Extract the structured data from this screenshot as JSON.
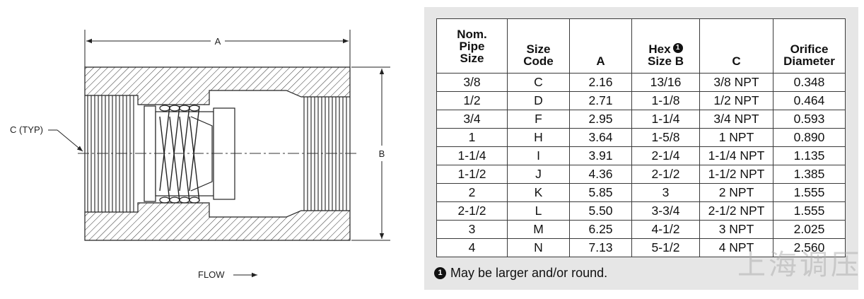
{
  "drawing": {
    "dim_a_label": "A",
    "dim_b_label": "B",
    "thread_callout": "C (TYP)",
    "flow_label": "FLOW"
  },
  "table": {
    "headers": {
      "nom_pipe_size": [
        "Nom.",
        "Pipe",
        "Size"
      ],
      "size_code": [
        "Size",
        "Code"
      ],
      "a": "A",
      "hex_size_b": [
        "Hex",
        "Size B"
      ],
      "hex_note_mark": "1",
      "c": "C",
      "orifice_diameter": [
        "Orifice",
        "Diameter"
      ]
    },
    "rows": [
      {
        "nom": "3/8",
        "code": "C",
        "a": "2.16",
        "hex": "13/16",
        "c": "3/8 NPT",
        "orifice": "0.348"
      },
      {
        "nom": "1/2",
        "code": "D",
        "a": "2.71",
        "hex": "1-1/8",
        "c": "1/2 NPT",
        "orifice": "0.464"
      },
      {
        "nom": "3/4",
        "code": "F",
        "a": "2.95",
        "hex": "1-1/4",
        "c": "3/4 NPT",
        "orifice": "0.593"
      },
      {
        "nom": "1",
        "code": "H",
        "a": "3.64",
        "hex": "1-5/8",
        "c": "1 NPT",
        "orifice": "0.890"
      },
      {
        "nom": "1-1/4",
        "code": "I",
        "a": "3.91",
        "hex": "2-1/4",
        "c": "1-1/4 NPT",
        "orifice": "1.135"
      },
      {
        "nom": "1-1/2",
        "code": "J",
        "a": "4.36",
        "hex": "2-1/2",
        "c": "1-1/2 NPT",
        "orifice": "1.385"
      },
      {
        "nom": "2",
        "code": "K",
        "a": "5.85",
        "hex": "3",
        "c": "2 NPT",
        "orifice": "1.555"
      },
      {
        "nom": "2-1/2",
        "code": "L",
        "a": "5.50",
        "hex": "3-3/4",
        "c": "2-1/2 NPT",
        "orifice": "1.555"
      },
      {
        "nom": "3",
        "code": "M",
        "a": "6.25",
        "hex": "4-1/2",
        "c": "3 NPT",
        "orifice": "2.025"
      },
      {
        "nom": "4",
        "code": "N",
        "a": "7.13",
        "hex": "5-1/2",
        "c": "4 NPT",
        "orifice": "2.560"
      }
    ],
    "footnote_mark": "1",
    "footnote": "May be larger and/or round."
  },
  "watermark": "上海调压"
}
